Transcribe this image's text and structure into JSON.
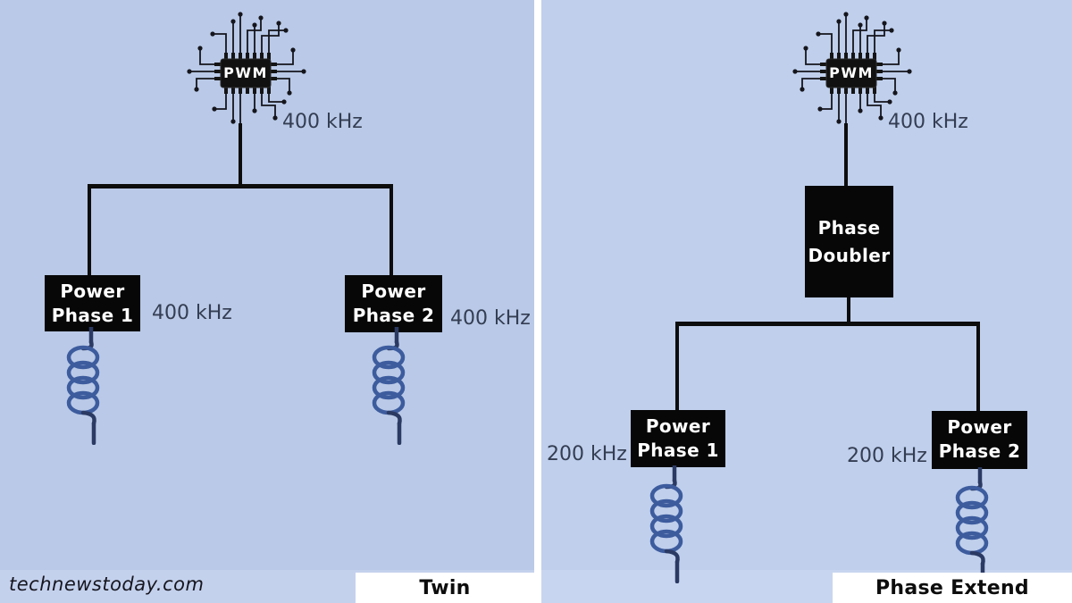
{
  "watermark": "technewstoday.com",
  "colors": {
    "background_left": "#b9c9e7",
    "background_right": "#bfcfec",
    "divider": "#ffffff",
    "box_fill": "#070707",
    "box_text": "#ffffff",
    "connector_line": "#0d0d0d",
    "freq_text": "#343d52",
    "coil_blue": "#3d5c9e",
    "coil_lead": "#2b3a63",
    "caption_bg": "#ffffff"
  },
  "panels": [
    {
      "caption": "Twin",
      "pwm": {
        "chip_label": "PWM",
        "freq": "400 kHz"
      },
      "phases": [
        {
          "line1": "Power",
          "line2": "Phase 1",
          "freq": "400 kHz",
          "freq_side": "right"
        },
        {
          "line1": "Power",
          "line2": "Phase 2",
          "freq": "400 kHz",
          "freq_side": "right"
        }
      ]
    },
    {
      "caption": "Phase Extend",
      "pwm": {
        "chip_label": "PWM",
        "freq": "400 kHz"
      },
      "doubler": {
        "line1": "Phase",
        "line2": "Doubler"
      },
      "phases": [
        {
          "line1": "Power",
          "line2": "Phase 1",
          "freq": "200 kHz",
          "freq_side": "left"
        },
        {
          "line1": "Power",
          "line2": "Phase 2",
          "freq": "200 kHz",
          "freq_side": "left"
        }
      ]
    }
  ]
}
